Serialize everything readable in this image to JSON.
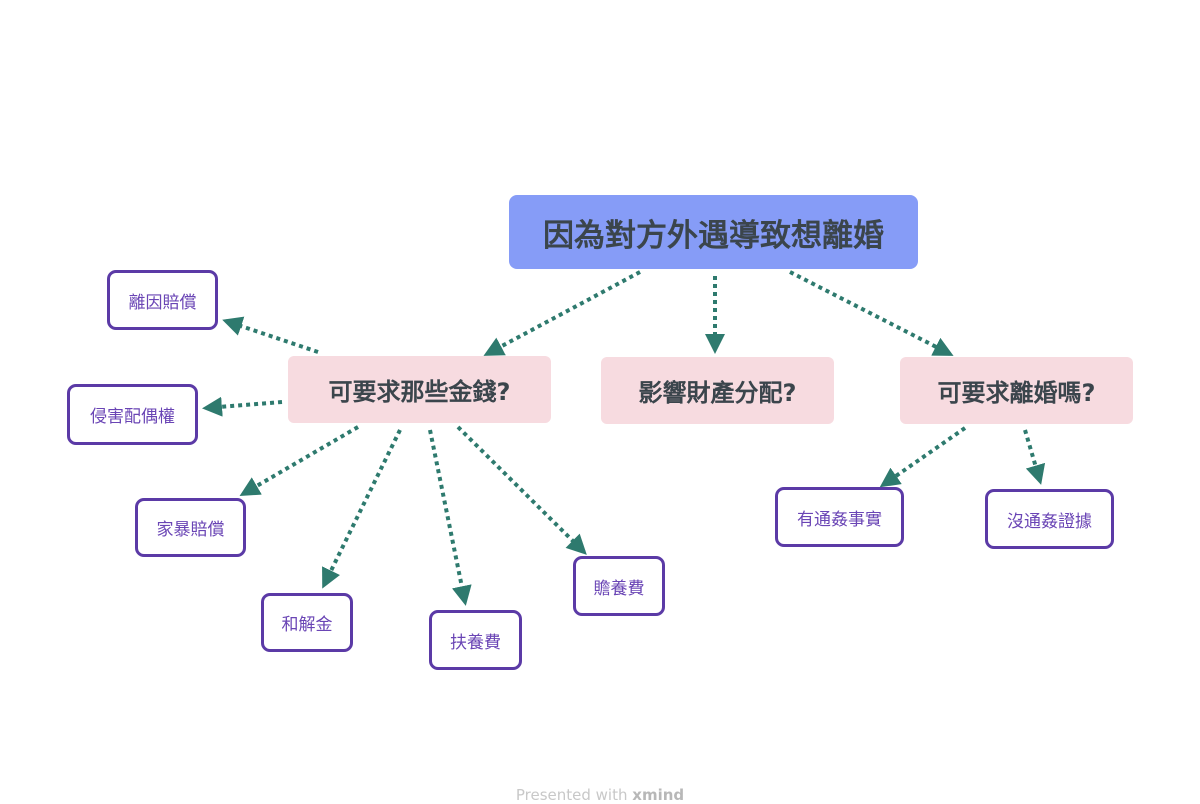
{
  "root": {
    "label": "因為對方外遇導致想離婚"
  },
  "topics": [
    {
      "label": "可要求那些金錢?"
    },
    {
      "label": "影響財產分配?"
    },
    {
      "label": "可要求離婚嗎?"
    }
  ],
  "money_items": [
    "離因賠償",
    "侵害配偶權",
    "家暴賠償",
    "和解金",
    "扶養費",
    "贍養費"
  ],
  "divorce_items": [
    "有通姦事實",
    "沒通姦證據"
  ],
  "footer": {
    "prefix": "Presented with",
    "brand": "xmind"
  },
  "colors": {
    "root": "#869cf7",
    "topic": "#f7dbe0",
    "leaf_border": "#5b3aa6",
    "connector": "#2e7a6e"
  }
}
